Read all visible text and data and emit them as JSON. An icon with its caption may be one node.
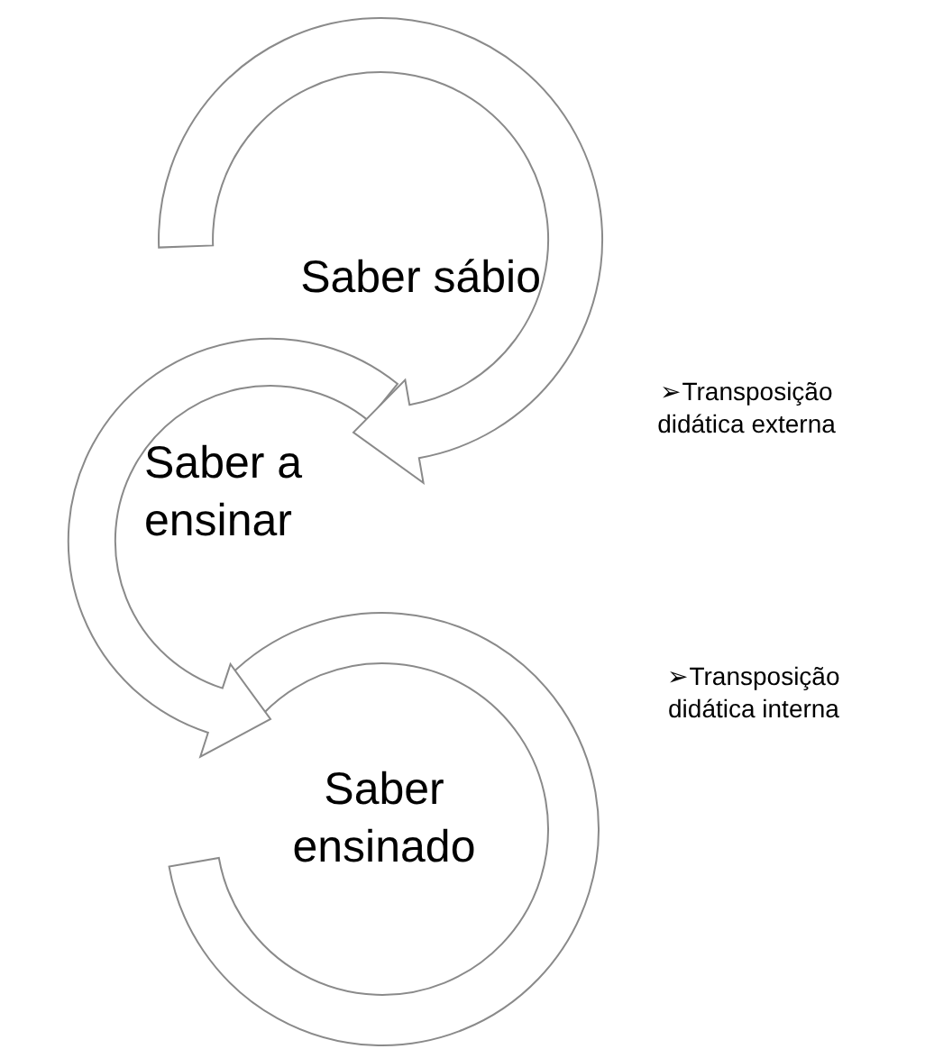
{
  "diagram": {
    "nodes": [
      {
        "text": [
          "Saber sábio"
        ]
      },
      {
        "text": [
          "Saber a ensinar"
        ]
      },
      {
        "text": [
          "Saber ensinado"
        ]
      }
    ],
    "edges": [
      {
        "from": 0,
        "to": 1,
        "arrow": "to"
      },
      {
        "from": 1,
        "to": 2,
        "arrow": "to"
      }
    ],
    "labels": [
      "➢Transposição didática externa",
      "➢Transposição didática interna"
    ]
  }
}
